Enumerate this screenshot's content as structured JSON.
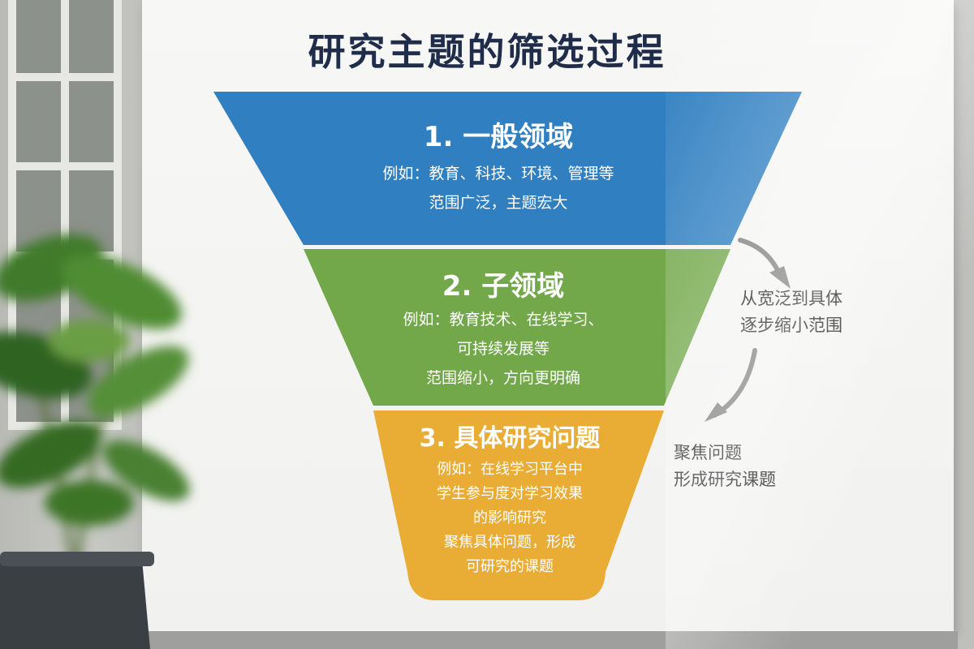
{
  "title": "研究主题的筛选过程",
  "stages": [
    {
      "heading": "1. 一般领域",
      "lines": [
        "例如：教育、科技、环境、管理等",
        "范围广泛，主题宏大"
      ],
      "color": "#2f7fc1"
    },
    {
      "heading": "2. 子领域",
      "lines": [
        "例如：教育技术、在线学习、",
        "可持续发展等",
        "范围缩小，方向更明确"
      ],
      "color": "#72a84a"
    },
    {
      "heading": "3. 具体研究问题",
      "lines": [
        "例如：在线学习平台中",
        "学生参与度对学习效果",
        "的影响研究",
        "聚焦具体问题，形成",
        "可研究的课题"
      ],
      "color": "#e9ac34"
    }
  ],
  "side_notes": [
    {
      "lines": [
        "从宽泛到具体",
        "逐步缩小范围"
      ]
    },
    {
      "lines": [
        "聚焦问题",
        "形成研究课题"
      ]
    }
  ],
  "arrow_color": "#7d7d7d"
}
